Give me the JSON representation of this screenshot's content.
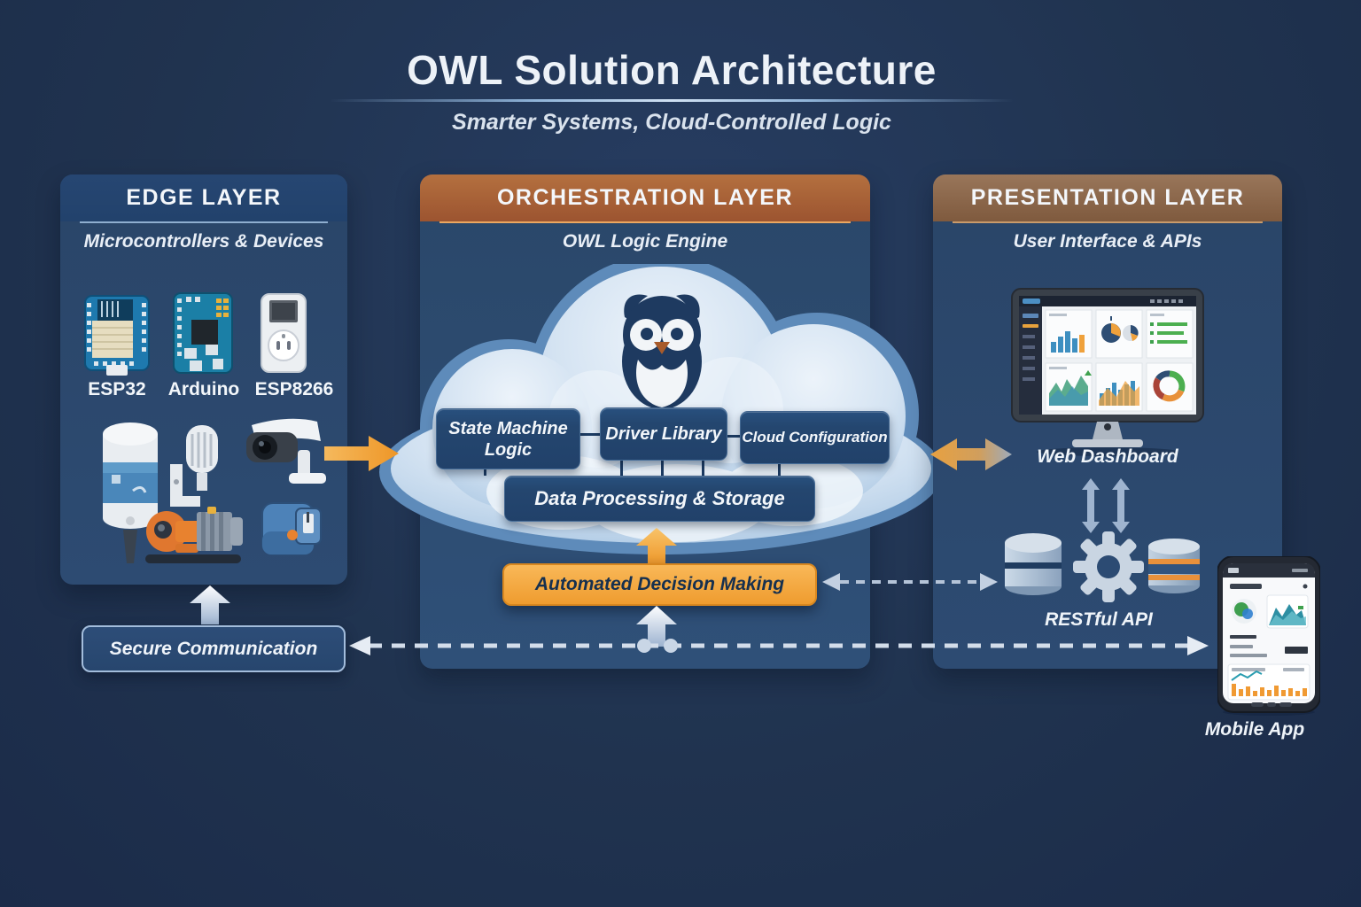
{
  "header": {
    "title": "OWL Solution Architecture",
    "subtitle": "Smarter Systems, Cloud-Controlled Logic"
  },
  "edge_layer": {
    "title": "EDGE LAYER",
    "subtitle": "Microcontrollers & Devices",
    "devices": [
      "ESP32",
      "Arduino",
      "ESP8266"
    ],
    "device_icons": [
      "esp32-board-icon",
      "arduino-board-icon",
      "smart-plug-icon"
    ],
    "peripheral_icons": [
      "sensor-icon",
      "microphone-icon",
      "security-camera-icon",
      "motor-icon",
      "actuator-icon"
    ],
    "secure_label": "Secure Communication"
  },
  "orchestration_layer": {
    "title": "ORCHESTRATION LAYER",
    "subtitle": "OWL Logic Engine",
    "logo_icon": "owl-icon",
    "modules": [
      "State Machine Logic",
      "Driver Library",
      "Cloud Configuration"
    ],
    "storage": "Data Processing & Storage",
    "decision": "Automated Decision Making"
  },
  "presentation_layer": {
    "title": "PRESENTATION LAYER",
    "subtitle": "User Interface & APIs",
    "dashboard_label": "Web Dashboard",
    "api_label": "RESTful API",
    "mobile_label": "Mobile App",
    "icons": [
      "dashboard-monitor-icon",
      "database-icon",
      "gear-icon",
      "database-orange-icon",
      "smartphone-icon"
    ]
  },
  "colors": {
    "background": "#20334F",
    "panel_blue": "#2B4A72",
    "rust_header": "#A65B35",
    "brown_header": "#8D6A4A",
    "accent_orange": "#F0A23C",
    "cloud_fill": "#CEE0F0",
    "navy_box": "#24466F"
  }
}
